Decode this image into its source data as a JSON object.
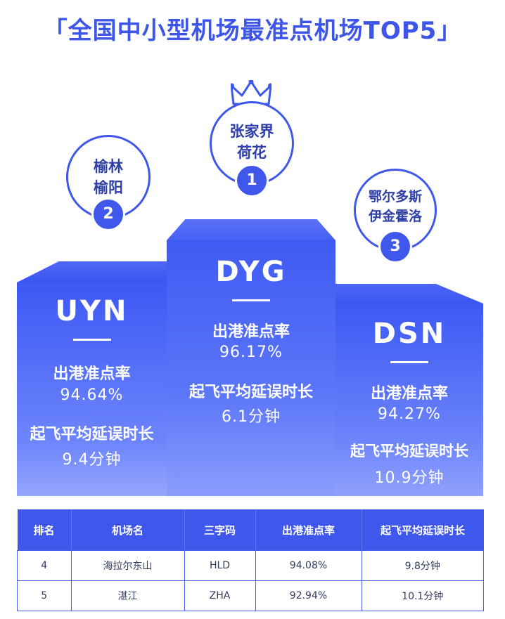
{
  "title": "「全国中小型机场最准点机场TOP5」",
  "podium": {
    "first": {
      "name_line1": "张家界",
      "name_line2": "荷花",
      "rank": "1",
      "code": "DYG",
      "ontime_label": "出港准点率",
      "ontime_value": "96.17%",
      "delay_label": "起飞平均延误时长",
      "delay_value": "6.1分钟"
    },
    "second": {
      "name_line1": "榆林",
      "name_line2": "榆阳",
      "rank": "2",
      "code": "UYN",
      "ontime_label": "出港准点率",
      "ontime_value": "94.64%",
      "delay_label": "起飞平均延误时长",
      "delay_value": "9.4分钟"
    },
    "third": {
      "name_line1": "鄂尔多斯",
      "name_line2": "伊金霍洛",
      "rank": "3",
      "code": "DSN",
      "ontime_label": "出港准点率",
      "ontime_value": "94.27%",
      "delay_label": "起飞平均延误时长",
      "delay_value": "10.9分钟"
    }
  },
  "table": {
    "headers": [
      "排名",
      "机场名",
      "三字码",
      "出港准点率",
      "起飞平均延误时长"
    ],
    "rows": [
      [
        "4",
        "海拉尔东山",
        "HLD",
        "94.08%",
        "9.8分钟"
      ],
      [
        "5",
        "湛江",
        "ZHA",
        "92.94%",
        "10.1分钟"
      ]
    ]
  },
  "colors": {
    "primary": "#3f57ea",
    "title": "#3d55e8",
    "badge_text": "#2f3fa8"
  }
}
